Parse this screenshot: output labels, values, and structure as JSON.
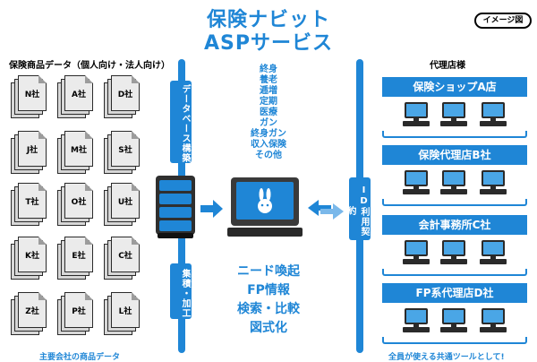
{
  "title_line1": "保険ナビット",
  "title_line2": "ASPサービス",
  "badge": "イメージ図",
  "left_panel": {
    "title": "保険商品データ（個人向け・法人向け）",
    "caption": "主要会社の商品データ",
    "companies": [
      "N社",
      "A社",
      "D社",
      "J社",
      "M社",
      "S社",
      "T社",
      "O社",
      "U社",
      "K社",
      "E社",
      "C社",
      "Z社",
      "P社",
      "L社"
    ]
  },
  "left_bar_labels": {
    "top": "データベース構築",
    "bottom": "集積・加工"
  },
  "center_list": [
    "終身",
    "養老",
    "逓増",
    "定期",
    "医療",
    "ガン",
    "終身ガン",
    "収入保険",
    "その他"
  ],
  "center_features": [
    "ニード喚起",
    "FP情報",
    "検索・比較",
    "図式化"
  ],
  "right_bar_label": "ID利用契約",
  "right_panel": {
    "title": "代理店様",
    "caption": "全員が使える共通ツールとして!",
    "agencies": [
      "保険ショップA店",
      "保険代理店B社",
      "会計事務所C社",
      "FP系代理店D社"
    ]
  },
  "colors": {
    "accent": "#1f86d6",
    "dark": "#2b2b2b"
  }
}
